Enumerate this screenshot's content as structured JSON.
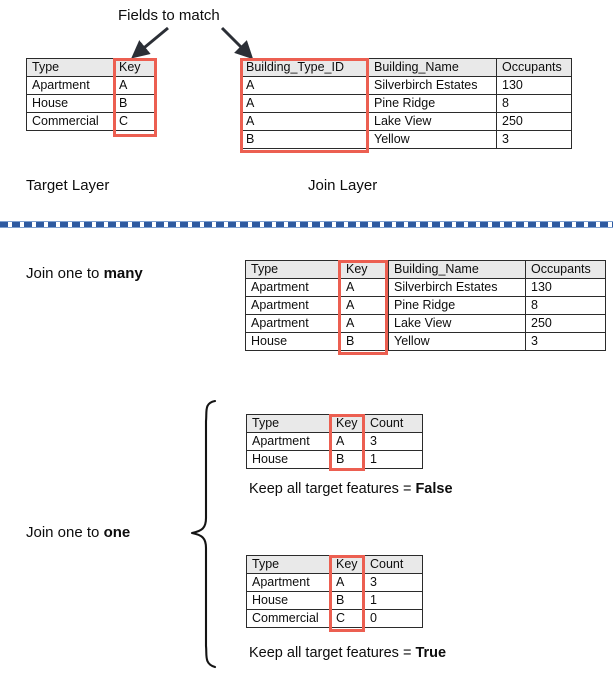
{
  "annotations": {
    "fields_to_match": "Fields to match",
    "target_layer": "Target Layer",
    "join_layer": "Join Layer",
    "join_one_to_many_prefix": "Join one to ",
    "join_one_to_many_emphasis": "many",
    "join_one_to_one_prefix": "Join one to ",
    "join_one_to_one_emphasis": "one",
    "keep_false_prefix": "Keep all target features = ",
    "keep_false_emphasis": "False",
    "keep_true_prefix": "Keep all target features = ",
    "keep_true_emphasis": "True"
  },
  "colors": {
    "highlight": "#ec5f51",
    "divider": "#2e5aa0",
    "header_fill": "#e9e9e9",
    "border": "#2b2b2b"
  },
  "target_table": {
    "headers": [
      "Type",
      "Key"
    ],
    "rows": [
      [
        "Apartment",
        "A"
      ],
      [
        "House",
        "B"
      ],
      [
        "Commercial",
        "C"
      ]
    ]
  },
  "join_table": {
    "headers": [
      "Building_Type_ID",
      "Building_Name",
      "Occupants"
    ],
    "rows": [
      [
        "A",
        "Silverbirch Estates",
        "130"
      ],
      [
        "A",
        "Pine Ridge",
        "8"
      ],
      [
        "A",
        "Lake View",
        "250"
      ],
      [
        "B",
        "Yellow",
        "3"
      ]
    ]
  },
  "one_to_many_table": {
    "headers": [
      "Type",
      "Key",
      "Building_Name",
      "Occupants"
    ],
    "rows": [
      [
        "Apartment",
        "A",
        "Silverbirch Estates",
        "130"
      ],
      [
        "Apartment",
        "A",
        "Pine Ridge",
        "8"
      ],
      [
        "Apartment",
        "A",
        "Lake View",
        "250"
      ],
      [
        "House",
        "B",
        "Yellow",
        "3"
      ]
    ]
  },
  "one_to_one_false_table": {
    "headers": [
      "Type",
      "Key",
      "Count"
    ],
    "rows": [
      [
        "Apartment",
        "A",
        "3"
      ],
      [
        "House",
        "B",
        "1"
      ]
    ]
  },
  "one_to_one_true_table": {
    "headers": [
      "Type",
      "Key",
      "Count"
    ],
    "rows": [
      [
        "Apartment",
        "A",
        "3"
      ],
      [
        "House",
        "B",
        "1"
      ],
      [
        "Commercial",
        "C",
        "0"
      ]
    ]
  }
}
